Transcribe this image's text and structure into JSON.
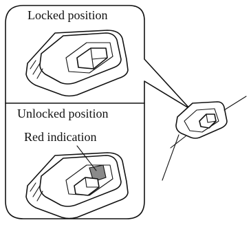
{
  "labels": {
    "locked": "Locked position",
    "unlocked": "Unlocked position",
    "red_indication": "Red indication"
  },
  "colors": {
    "outline": "#111111",
    "background": "#ffffff",
    "red_indication_fill": "#8a8a8a"
  }
}
